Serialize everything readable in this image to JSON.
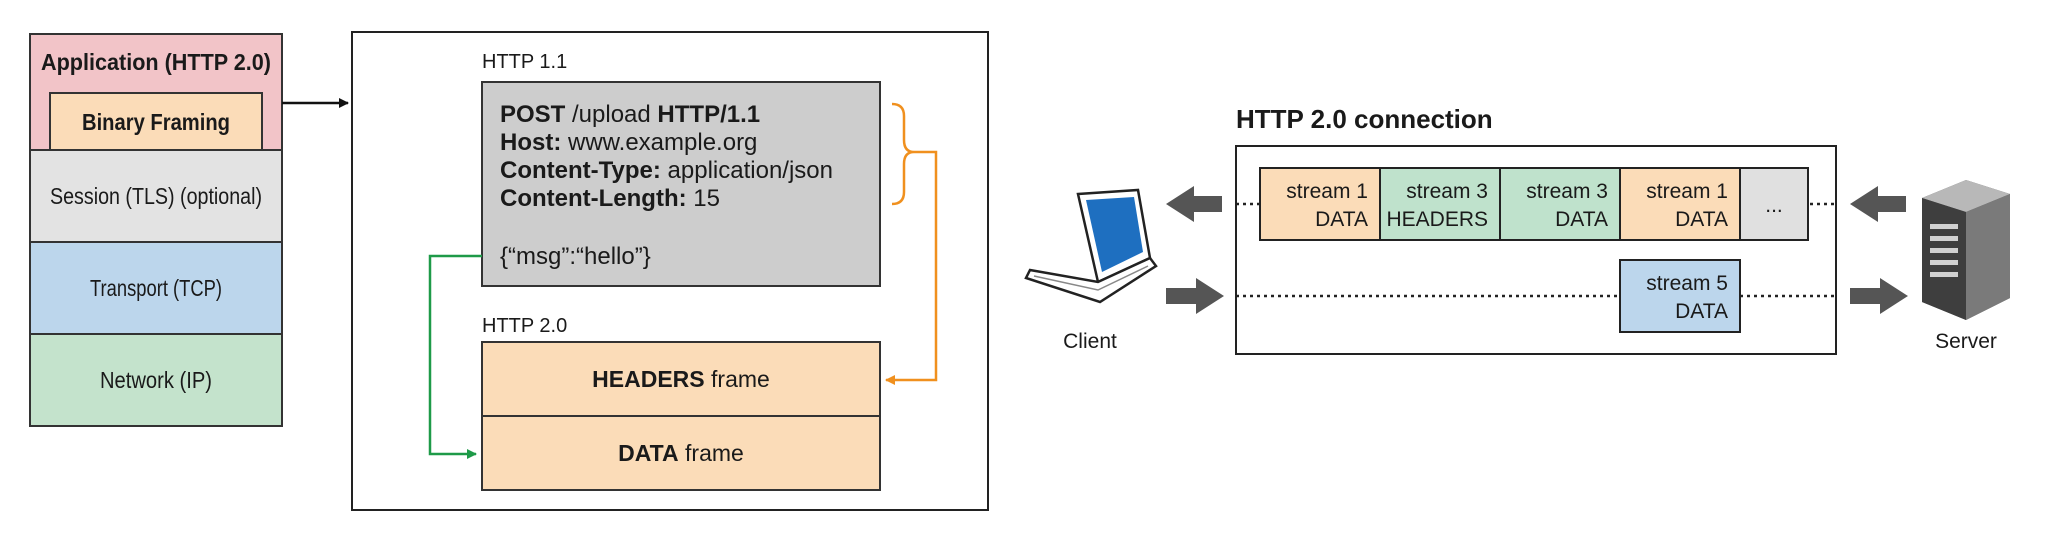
{
  "layers": {
    "application": "Application (HTTP 2.0)",
    "binary_framing": "Binary Framing",
    "session": "Session (TLS) (optional)",
    "transport": "Transport (TCP)",
    "network": "Network (IP)"
  },
  "http11": {
    "label": "HTTP 1.1",
    "line1": {
      "key": "POST",
      "mid": " /upload ",
      "val": "HTTP/1.1"
    },
    "line2": {
      "key": "Host:",
      "val": " www.example.org"
    },
    "line3": {
      "key": "Content-Type:",
      "val": " application/json"
    },
    "line4": {
      "key": "Content-Length:",
      "val": " 15"
    },
    "body": "{“msg”:“hello”}"
  },
  "http20": {
    "label": "HTTP 2.0",
    "headers_frame": {
      "key": "HEADERS",
      "suffix": " frame"
    },
    "data_frame": {
      "key": "DATA",
      "suffix": " frame"
    }
  },
  "connection": {
    "title": "HTTP 2.0 connection",
    "top_row": [
      {
        "line1": "stream 1",
        "line2": "DATA",
        "color": "#fbdcb8"
      },
      {
        "line1": "stream 3",
        "line2": "HEADERS",
        "color": "#bfe2cc"
      },
      {
        "line1": "stream 3",
        "line2": "DATA",
        "color": "#bfe2cc"
      },
      {
        "line1": "stream 1",
        "line2": "DATA",
        "color": "#fbdcb8"
      },
      {
        "line1": "...",
        "line2": "",
        "color": "#e0e0e0"
      }
    ],
    "bottom_row": [
      {
        "line1": "stream 5",
        "line2": "DATA",
        "color": "#bcd6ec"
      }
    ],
    "client_label": "Client",
    "server_label": "Server"
  },
  "colors": {
    "application": "#f2c4c8",
    "framing": "#fbdcb8",
    "session": "#e3e3e3",
    "transport": "#bcd6ec",
    "network": "#c4e3cc",
    "http11_box": "#cdcdcd",
    "orange_arrow": "#f0901e",
    "green_arrow": "#1e9a48"
  }
}
